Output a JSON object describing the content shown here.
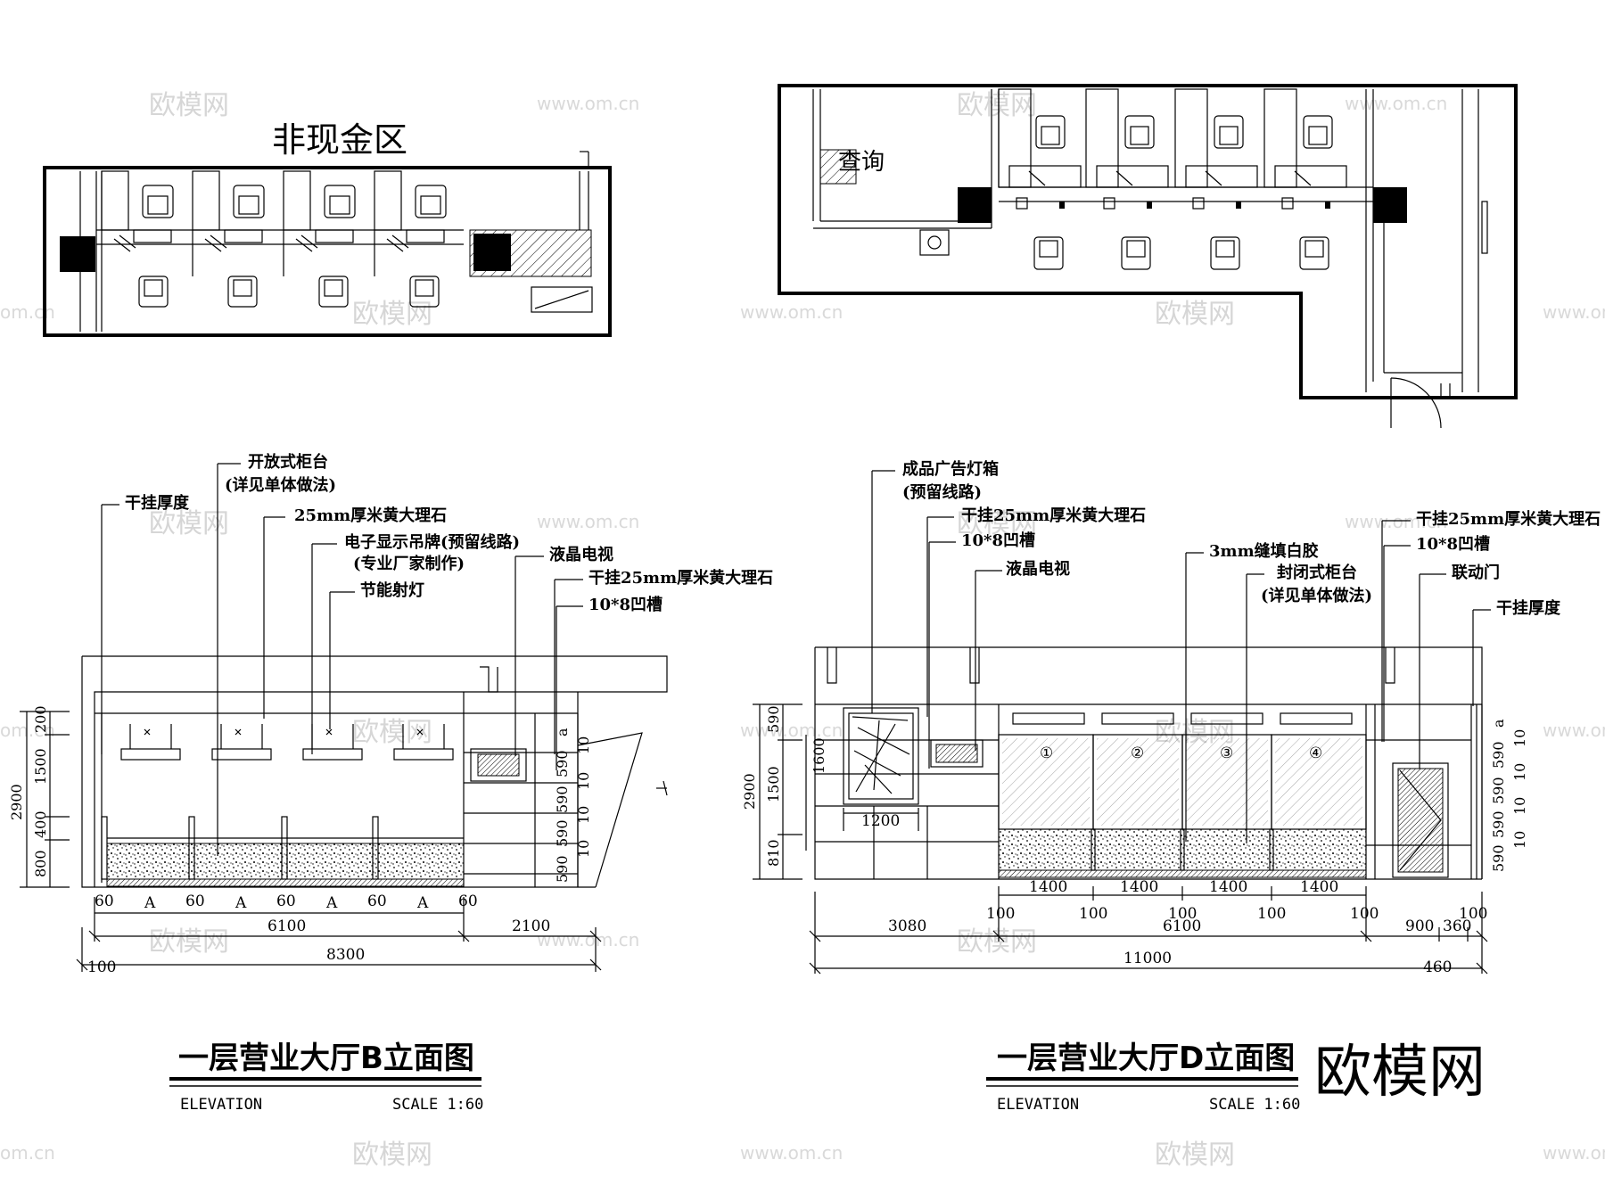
{
  "watermark": {
    "brand_cn": "欧模网",
    "url": "www.om.cn",
    "url_short": "om.cn"
  },
  "brand_logo": "欧模网",
  "plan_left": {
    "area_title": "非现金区"
  },
  "plan_right": {
    "query_sign": "查询"
  },
  "elevation_b": {
    "title": "一层营业大厅B立面图",
    "elevation_label": "ELEVATION",
    "scale_label": "SCALE 1:60",
    "callouts": {
      "open_counter": "开放式柜台",
      "open_counter_note": "(详见单体做法)",
      "cladding_thickness": "干挂厚度",
      "marble_25": "25mm厚米黄大理石",
      "led_sign": "电子显示吊牌(预留线路)",
      "led_sign_note": "(专业厂家制作)",
      "lcd_tv": "液晶电视",
      "marble_hang": "干挂25mm厚米黄大理石",
      "groove": "10*8凹槽",
      "spotlight": "节能射灯"
    },
    "dims_left": [
      "200",
      "1500",
      "400",
      "800"
    ],
    "dim_total_height": "2900",
    "dims_right": [
      "a",
      "10",
      "590",
      "10",
      "590",
      "10",
      "590",
      "10",
      "590"
    ],
    "bottom_row": [
      "60",
      "A",
      "60",
      "A",
      "60",
      "A",
      "60",
      "A",
      "60"
    ],
    "dim_6100": "6100",
    "dim_2100": "2100",
    "dim_8300": "8300",
    "dim_100": "100"
  },
  "elevation_d": {
    "title": "一层营业大厅D立面图",
    "elevation_label": "ELEVATION",
    "scale_label": "SCALE 1:60",
    "callouts": {
      "lightbox": "成品广告灯箱",
      "lightbox_note": "(预留线路)",
      "marble_hang": "干挂25mm厚米黄大理石",
      "groove": "10*8凹槽",
      "lcd_tv": "液晶电视",
      "silicone": "3mm缝填白胶",
      "closed_counter": "封闭式柜台",
      "closed_counter_note": "(详见单体做法)",
      "marble_hang_r": "干挂25mm厚米黄大理石",
      "groove_r": "10*8凹槽",
      "linked_door": "联动门",
      "cladding_thickness": "干挂厚度"
    },
    "dims_left": [
      "590",
      "1600",
      "1500",
      "810"
    ],
    "dim_total_height": "2900",
    "dims_right": [
      "a",
      "10",
      "590",
      "10",
      "590",
      "10",
      "590",
      "10",
      "590"
    ],
    "window_numbers": [
      "①",
      "②",
      "③",
      "④"
    ],
    "dim_1200": "1200",
    "widths_1400": [
      "1400",
      "1400",
      "1400",
      "1400"
    ],
    "gaps_100": [
      "100",
      "100",
      "100",
      "100",
      "100"
    ],
    "dim_3080": "3080",
    "dim_6100": "6100",
    "dim_900": "900",
    "dim_360": "360",
    "dim_100_r": "100",
    "dim_11000": "11000",
    "dim_460": "460"
  }
}
